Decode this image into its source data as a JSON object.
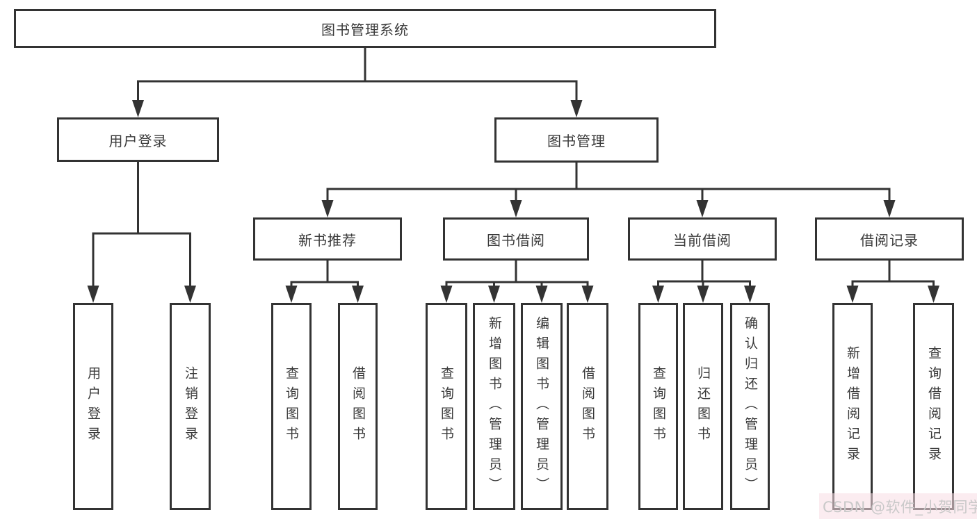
{
  "nodes": {
    "root": "图书管理系统",
    "user_login": "用户登录",
    "book_management": "图书管理",
    "new_book_recommend": "新书推荐",
    "book_borrow": "图书借阅",
    "current_borrow": "当前借阅",
    "borrow_records": "借阅记录",
    "leaf_user_login": "用户登录",
    "leaf_logout": "注销登录",
    "leaf_query_books_rec": "查询图书",
    "leaf_borrow_books_rec": "借阅图书",
    "leaf_query_books_bb": "查询图书",
    "leaf_add_books_admin": "新增图书（管理员）",
    "leaf_edit_books_admin": "编辑图书（管理员）",
    "leaf_borrow_books_bb": "借阅图书",
    "leaf_query_books_cb": "查询图书",
    "leaf_return_books": "归还图书",
    "leaf_confirm_return_admin": "确认归还（管理员）",
    "leaf_add_borrow_record": "新增借阅记录",
    "leaf_query_borrow_record": "查询借阅记录"
  },
  "hierarchy": {
    "图书管理系统": {
      "用户登录": [
        "用户登录",
        "注销登录"
      ],
      "图书管理": {
        "新书推荐": [
          "查询图书",
          "借阅图书"
        ],
        "图书借阅": [
          "查询图书",
          "新增图书（管理员）",
          "编辑图书（管理员）",
          "借阅图书"
        ],
        "当前借阅": [
          "查询图书",
          "归还图书",
          "确认归还（管理员）"
        ],
        "借阅记录": [
          "新增借阅记录",
          "查询借阅记录"
        ]
      }
    }
  },
  "colors": {
    "line": "#333333",
    "box_border": "#333333",
    "box_fill": "#ffffff",
    "text": "#3a3a3a",
    "watermark_text": "#c9c9c9",
    "watermark_background": "#f7dde4"
  },
  "watermark": {
    "text": "CSDN @软件_小贺同学"
  }
}
